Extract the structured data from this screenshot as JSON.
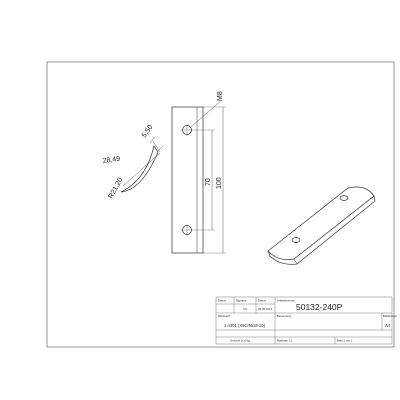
{
  "dimensions": {
    "thread": "M8",
    "chamfer": "5,50",
    "chord": "28,49",
    "radius": "R21,20",
    "hole_spacing": "70",
    "length": "100"
  },
  "title_block": {
    "header_left_1": "Datum",
    "header_left_2": "Signatur",
    "header_left_3": "Datum",
    "header_right": "Artikelnummer",
    "signature_value": "CS",
    "date_value": "20.05.2014",
    "part_number": "50132-240P",
    "material_header": "Werkstoff",
    "material_value": "1.4301 (X5CrNi18-10)",
    "description_header": "Benennung",
    "format_header": "Blattformat",
    "format_value": "A4",
    "weight": "Gewicht 0,10 kg",
    "scale": "Maßstab 1:1",
    "sheet": "Blatt 1 von 1"
  }
}
